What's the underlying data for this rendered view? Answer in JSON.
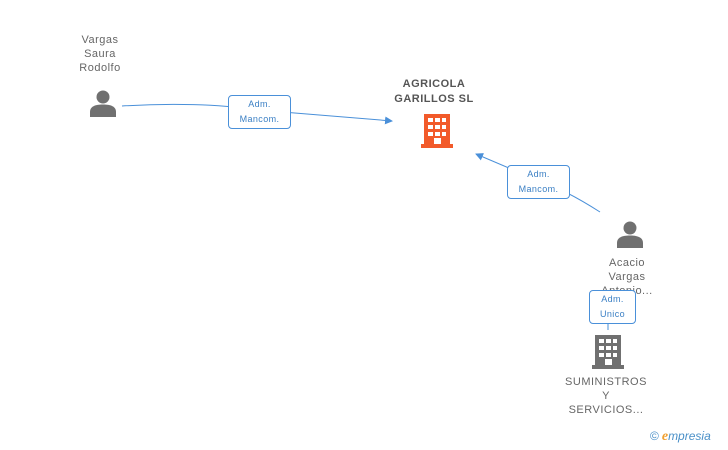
{
  "nodes": {
    "vargas": {
      "lines": [
        "Vargas",
        "Saura",
        "Rodolfo"
      ],
      "icon": "person-icon",
      "color": "#707070"
    },
    "agricola": {
      "lines": [
        "AGRICOLA",
        "GARILLOS SL"
      ],
      "icon": "building-icon",
      "color": "#f25a2a"
    },
    "acacio": {
      "lines": [
        "Acacio",
        "Vargas",
        "Antonio..."
      ],
      "icon": "person-icon",
      "color": "#707070"
    },
    "suministros": {
      "lines": [
        "SUMINISTROS",
        "Y",
        "SERVICIOS..."
      ],
      "icon": "building-icon",
      "color": "#707070"
    }
  },
  "edges": {
    "vargas_agricola": {
      "lines": [
        "Adm.",
        "Mancom."
      ]
    },
    "acacio_agricola": {
      "lines": [
        "Adm.",
        "Mancom."
      ]
    },
    "acacio_suministros": {
      "lines": [
        "Adm.",
        "Unico"
      ]
    }
  },
  "colors": {
    "edge": "#4a90d9"
  },
  "watermark": {
    "copyright": "©",
    "brand_initial": "e",
    "brand_rest": "mpresia"
  }
}
